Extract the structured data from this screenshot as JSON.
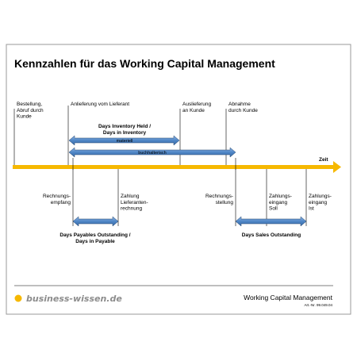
{
  "title": "Kennzahlen für das Working Capital Management",
  "time_label": "Zeit",
  "top_events": [
    {
      "lines": [
        "Bestellung,",
        "Abruf durch",
        "Kunde"
      ]
    },
    {
      "lines": [
        "Anlieferung vom Lieferant"
      ]
    },
    {
      "lines": [
        "Auslieferung",
        "an Kunde"
      ]
    },
    {
      "lines": [
        "Abnahme",
        "durch Kunde"
      ]
    }
  ],
  "bottom_events": [
    {
      "lines": [
        "Rechnungs-",
        "empfang"
      ]
    },
    {
      "lines": [
        "Zahlung",
        "Lieferanten-",
        "rechnung"
      ]
    },
    {
      "lines": [
        "Rechnungs-",
        "stellung"
      ]
    },
    {
      "lines": [
        "Zahlungs-",
        "eingang",
        "Soll"
      ]
    },
    {
      "lines": [
        "Zahlungs-",
        "eingang",
        "Ist"
      ]
    }
  ],
  "dio_label": [
    "Days Inventory Held /",
    "Days in Inventory"
  ],
  "bar_materiell": "materiell",
  "bar_buchhalterisch": "buchhalterisch",
  "dpo_label": [
    "Days Payables Outstanding /",
    "Days in Payable"
  ],
  "dso_label": "Days Sales Outstanding",
  "footer": {
    "logo_text": "business-wissen.de",
    "doc_title": "Working Capital Management",
    "art_nr": "Art.-Nr. 99.049.04"
  },
  "colors": {
    "timeline": "#f6b800",
    "arrow_fill": "#4f86c6",
    "arrow_stroke": "#27466d",
    "logo_dot": "#f6b800",
    "logo_text": "#8d8d8d"
  }
}
